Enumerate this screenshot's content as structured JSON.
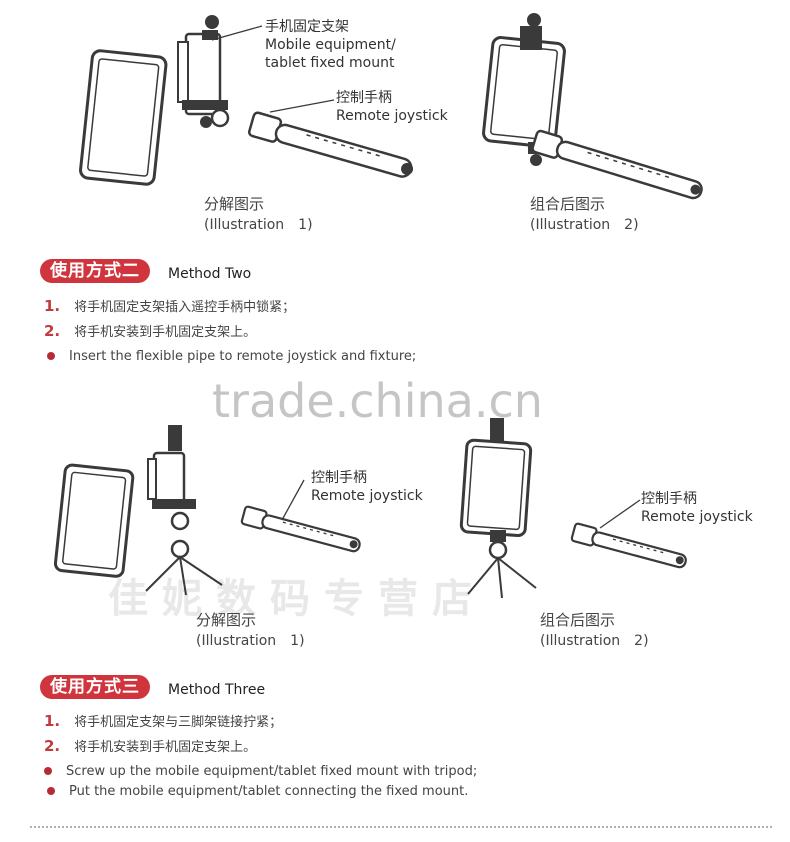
{
  "top": {
    "mount_label_zh": "手机固定支架",
    "mount_label_en1": "Mobile equipment/",
    "mount_label_en2": "tablet fixed mount",
    "joystick_label_zh": "控制手柄",
    "joystick_label_en": "Remote joystick",
    "caption1_zh": "分解图示",
    "caption1_en": "(Illustration　1)",
    "caption2_zh": "组合后图示",
    "caption2_en": "(Illustration　2)"
  },
  "method_two": {
    "badge": "使用方式二",
    "title_en": "Method Two",
    "steps": [
      {
        "num": "1.",
        "text": "将手机固定支架插入遥控手柄中锁紧；"
      },
      {
        "num": "2.",
        "text": "将手机安装到手机固定支架上。"
      }
    ],
    "bullets": [
      "Insert the flexible pipe to remote joystick and fixture;"
    ]
  },
  "watermark": {
    "site": "trade.china.cn",
    "store": "佳妮数码专营店"
  },
  "middle": {
    "joystick_left_zh": "控制手柄",
    "joystick_left_en": "Remote joystick",
    "joystick_right_zh": "控制手柄",
    "joystick_right_en": "Remote joystick",
    "caption1_zh": "分解图示",
    "caption1_en": "(Illustration　1)",
    "caption2_zh": "组合后图示",
    "caption2_en": "(Illustration　2)"
  },
  "method_three": {
    "badge": "使用方式三",
    "title_en": "Method Three",
    "steps": [
      {
        "num": "1.",
        "text": "将手机固定支架与三脚架链接拧紧；"
      },
      {
        "num": "2.",
        "text": "将手机安装到手机固定支架上。"
      }
    ],
    "bullets": [
      "Screw up the mobile equipment/tablet fixed mount with tripod;",
      "Put the mobile equipment/tablet connecting the fixed mount."
    ]
  },
  "colors": {
    "accent": "#d0343c",
    "bullet": "#b52c35",
    "line_art": "#3a3a3a"
  }
}
